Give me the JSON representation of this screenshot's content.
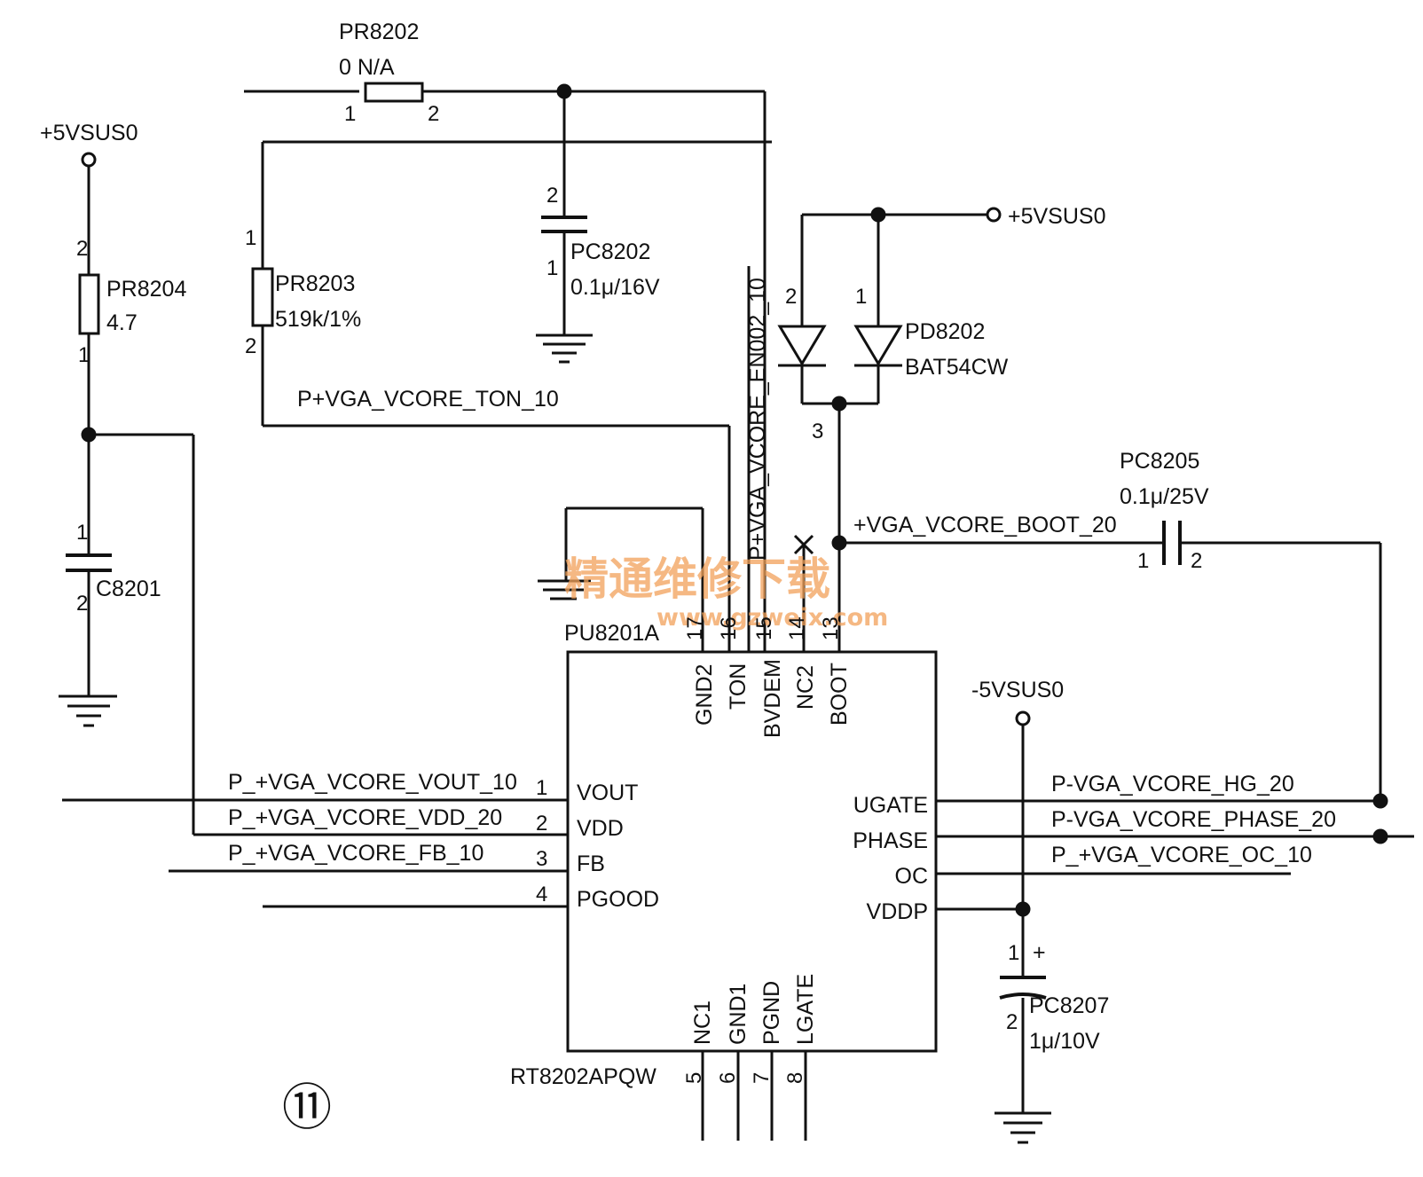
{
  "components": {
    "pr8202": {
      "ref": "PR8202",
      "value": "0 N/A",
      "pin1": "1",
      "pin2": "2"
    },
    "pr8204": {
      "ref": "PR8204",
      "value": "4.7",
      "pin1": "1",
      "pin2": "2"
    },
    "pr8203": {
      "ref": "PR8203",
      "value": "519k/1%",
      "pin1": "1",
      "pin2": "2"
    },
    "pc8202": {
      "ref": "PC8202",
      "value": "0.1μ/16V",
      "pin1": "1",
      "pin2": "2"
    },
    "c8201": {
      "ref": "C8201",
      "pin1": "1",
      "pin2": "2"
    },
    "pd8202": {
      "ref": "PD8202",
      "value": "BAT54CW",
      "pin1": "1",
      "pin2": "2",
      "pin3": "3"
    },
    "pc8205": {
      "ref": "PC8205",
      "value": "0.1μ/25V",
      "pin1": "1",
      "pin2": "2"
    },
    "pc8207": {
      "ref": "PC8207",
      "value": "1μ/10V",
      "pin1": "1",
      "pin2": "2",
      "polarity": "+"
    },
    "pu8201": {
      "ref": "PU8201A",
      "part": "RT8202APQW"
    }
  },
  "power": {
    "vsus_left": "+5VSUS0",
    "vsus_top": "+5VSUS0",
    "vsus_right": "-5VSUS0"
  },
  "nets": {
    "ton": "P+VGA_VCORE_TON_10",
    "en": "P+VGA_VCORE_EN002_10",
    "boot": "+VGA_VCORE_BOOT_20",
    "vout": "P_+VGA_VCORE_VOUT_10",
    "vdd": "P_+VGA_VCORE_VDD_20",
    "fb": "P_+VGA_VCORE_FB_10",
    "hg": "P-VGA_VCORE_HG_20",
    "phase": "P-VGA_VCORE_PHASE_20",
    "oc": "P_+VGA_VCORE_OC_10"
  },
  "ic_pins": {
    "left": [
      {
        "num": "1",
        "name": "VOUT"
      },
      {
        "num": "2",
        "name": "VDD"
      },
      {
        "num": "3",
        "name": "FB"
      },
      {
        "num": "4",
        "name": "PGOOD"
      }
    ],
    "right": [
      {
        "name": "UGATE"
      },
      {
        "name": "PHASE"
      },
      {
        "name": "OC"
      },
      {
        "name": "VDDP"
      }
    ],
    "top": [
      {
        "num": "17",
        "name": "GND2"
      },
      {
        "num": "16",
        "name": "TON"
      },
      {
        "num": "15",
        "name": "BVDEM"
      },
      {
        "num": "14",
        "name": "NC2"
      },
      {
        "num": "13",
        "name": "BOOT"
      }
    ],
    "bottom": [
      {
        "num": "5",
        "name": "NC1"
      },
      {
        "num": "6",
        "name": "GND1"
      },
      {
        "num": "7",
        "name": "PGND"
      },
      {
        "num": "8",
        "name": "LGATE"
      }
    ]
  },
  "figure_number": "⑪",
  "watermark": {
    "title": "精通维修下载",
    "url": "www.gzweix.com"
  }
}
